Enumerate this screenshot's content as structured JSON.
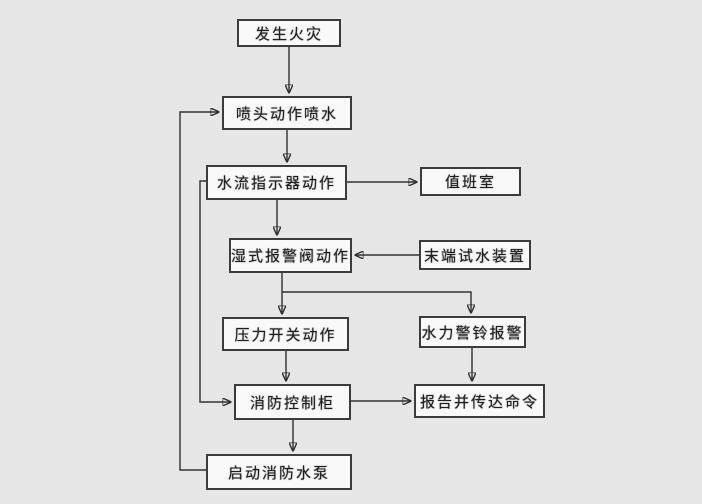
{
  "diagram": {
    "nodes": {
      "fire": "发生火灾",
      "sprinkler": "喷头动作喷水",
      "flow_indicator": "水流指示器动作",
      "duty_room": "值班室",
      "wet_valve": "湿式报警阀动作",
      "end_test": "末端试水装置",
      "pressure_switch": "压力开关动作",
      "hydraulic_bell": "水力警铃报警",
      "control_cabinet": "消防控制柜",
      "report": "报告并传达命令",
      "start_pump": "启动消防水泵"
    },
    "edges": [
      {
        "from": "发生火灾",
        "to": "喷头动作喷水"
      },
      {
        "from": "喷头动作喷水",
        "to": "水流指示器动作"
      },
      {
        "from": "水流指示器动作",
        "to": "值班室"
      },
      {
        "from": "水流指示器动作",
        "to": "湿式报警阀动作"
      },
      {
        "from": "末端试水装置",
        "to": "湿式报警阀动作"
      },
      {
        "from": "湿式报警阀动作",
        "to": "压力开关动作"
      },
      {
        "from": "湿式报警阀动作",
        "to": "水力警铃报警"
      },
      {
        "from": "压力开关动作",
        "to": "消防控制柜"
      },
      {
        "from": "水力警铃报警",
        "to": "报告并传达命令"
      },
      {
        "from": "消防控制柜",
        "to": "报告并传达命令"
      },
      {
        "from": "消防控制柜",
        "to": "启动消防水泵"
      },
      {
        "from": "水流指示器动作",
        "to": "消防控制柜"
      },
      {
        "from": "启动消防水泵",
        "to": "喷头动作喷水"
      }
    ],
    "colors": {
      "background": "#e9e9e9",
      "box_fill": "#fdfdfd",
      "box_border": "#3a3a3a",
      "line": "#2e2e2e"
    }
  }
}
